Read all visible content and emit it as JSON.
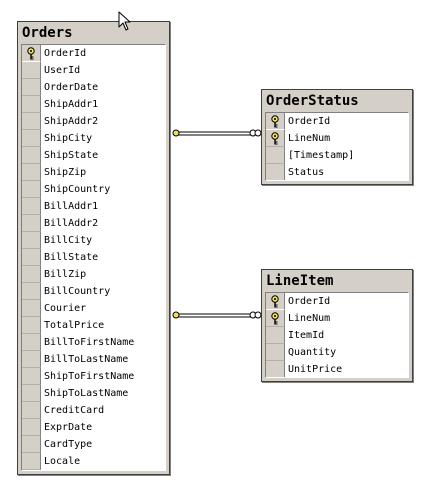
{
  "tables": {
    "orders": {
      "title": "Orders",
      "columns": [
        {
          "name": "OrderId",
          "key": true
        },
        {
          "name": "UserId",
          "key": false
        },
        {
          "name": "OrderDate",
          "key": false
        },
        {
          "name": "ShipAddr1",
          "key": false
        },
        {
          "name": "ShipAddr2",
          "key": false
        },
        {
          "name": "ShipCity",
          "key": false
        },
        {
          "name": "ShipState",
          "key": false
        },
        {
          "name": "ShipZip",
          "key": false
        },
        {
          "name": "ShipCountry",
          "key": false
        },
        {
          "name": "BillAddr1",
          "key": false
        },
        {
          "name": "BillAddr2",
          "key": false
        },
        {
          "name": "BillCity",
          "key": false
        },
        {
          "name": "BillState",
          "key": false
        },
        {
          "name": "BillZip",
          "key": false
        },
        {
          "name": "BillCountry",
          "key": false
        },
        {
          "name": "Courier",
          "key": false
        },
        {
          "name": "TotalPrice",
          "key": false
        },
        {
          "name": "BillToFirstName",
          "key": false
        },
        {
          "name": "BillToLastName",
          "key": false
        },
        {
          "name": "ShipToFirstName",
          "key": false
        },
        {
          "name": "ShipToLastName",
          "key": false
        },
        {
          "name": "CreditCard",
          "key": false
        },
        {
          "name": "ExprDate",
          "key": false
        },
        {
          "name": "CardType",
          "key": false
        },
        {
          "name": "Locale",
          "key": false
        }
      ]
    },
    "orderstatus": {
      "title": "OrderStatus",
      "columns": [
        {
          "name": "OrderId",
          "key": true
        },
        {
          "name": "LineNum",
          "key": true
        },
        {
          "name": "[Timestamp]",
          "key": false
        },
        {
          "name": "Status",
          "key": false
        }
      ]
    },
    "lineitem": {
      "title": "LineItem",
      "columns": [
        {
          "name": "OrderId",
          "key": true
        },
        {
          "name": "LineNum",
          "key": true
        },
        {
          "name": "ItemId",
          "key": false
        },
        {
          "name": "Quantity",
          "key": false
        },
        {
          "name": "UnitPrice",
          "key": false
        }
      ]
    }
  },
  "relationships": [
    {
      "from": "orders",
      "to": "orderstatus"
    },
    {
      "from": "orders",
      "to": "lineitem"
    }
  ],
  "colors": {
    "panel": "#d4d0c8",
    "key_icon": "#f0e060",
    "line": "#000000"
  }
}
